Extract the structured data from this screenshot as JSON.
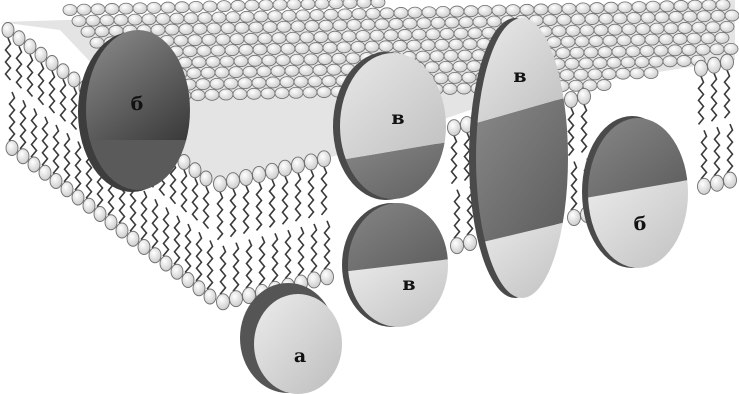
{
  "diagram": {
    "labels": {
      "a": "а",
      "b_left": "б",
      "b_right": "б",
      "v_top": "в",
      "v_bottom": "в",
      "v_tall": "в"
    },
    "colors": {
      "head_fill": "#f2f2f2",
      "head_stroke": "#6f6f6f",
      "tail_stroke": "#3a3a3a",
      "protein_light": "#d6d6d6",
      "protein_dark": "#6e6e6e",
      "protein_rim": "#4a4a4a"
    }
  }
}
